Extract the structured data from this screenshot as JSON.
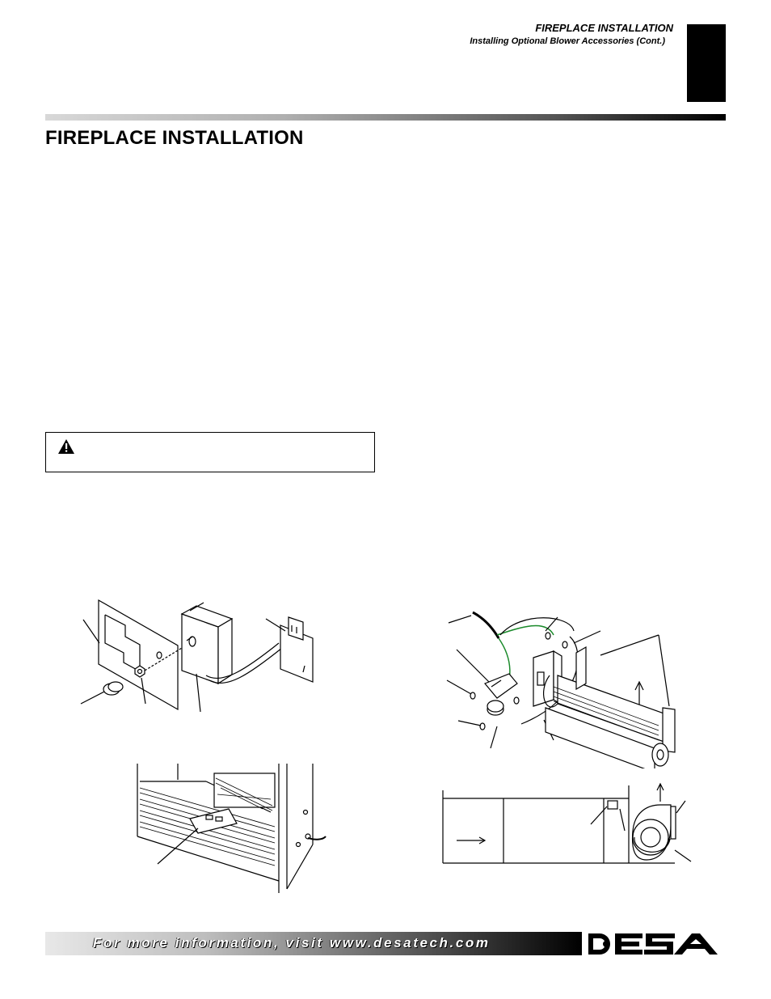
{
  "header": {
    "section": "FIREPLACE INSTALLATION",
    "subsection": "Installing Optional Blower Accessories (Cont.)"
  },
  "page_title": "FIREPLACE INSTALLATION",
  "footer": {
    "text": "For more information, visit www.desatech.com",
    "brand": "DESA"
  },
  "icons": {
    "warning": "warning-triangle-icon"
  },
  "colors": {
    "ground_wire": "#1a8a2a",
    "ink": "#000000"
  }
}
